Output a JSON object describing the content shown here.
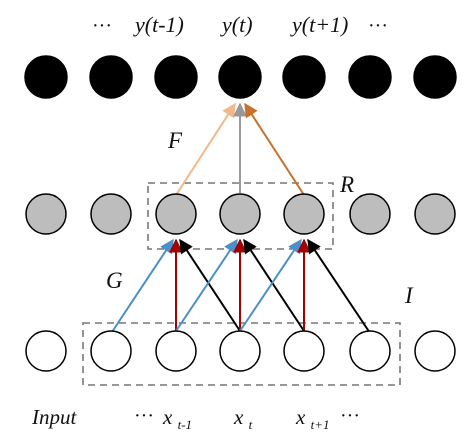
{
  "colors": {
    "output_fill": "#000000",
    "hidden_fill": "#bdbdbd",
    "input_fill": "#ffffff",
    "node_stroke": "#000000",
    "box_dash": "#777777",
    "arrow_light_orange": "#f2b889",
    "arrow_orange": "#c9712a",
    "arrow_blue": "#4a90c8",
    "arrow_red": "#a30000",
    "arrow_black": "#000000",
    "arrow_gray": "#999999"
  },
  "top_labels": {
    "ellipsis_left": "···",
    "y_prev": "y(t-1)",
    "y_curr": "y(t)",
    "y_next": "y(t+1)",
    "ellipsis_right": "···"
  },
  "block_labels": {
    "F": "F",
    "R": "R",
    "G": "G",
    "I": "I"
  },
  "bottom_labels": {
    "input": "Input",
    "ellipsis_left": "···",
    "x_prev_base": "x",
    "x_prev_sub": "t-1",
    "x_curr_base": "x",
    "x_curr_sub": "t",
    "x_next_base": "x",
    "x_next_sub": "t+1",
    "ellipsis_right": "···"
  },
  "layers": {
    "output_count": 7,
    "hidden_count": 7,
    "input_count": 7
  }
}
